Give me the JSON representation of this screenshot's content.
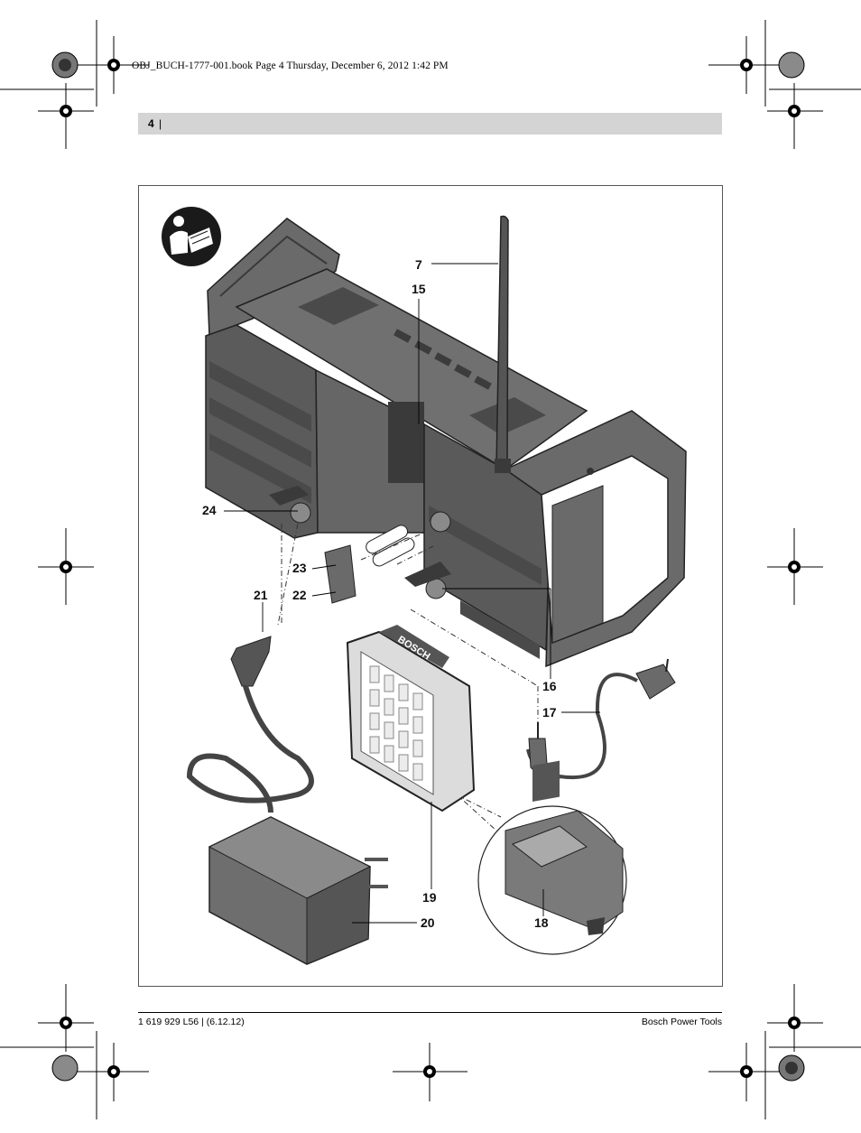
{
  "print_header": "OBJ_BUCH-1777-001.book  Page 4  Thursday, December 6, 2012  1:42 PM",
  "page": {
    "number": "4",
    "separator": "|"
  },
  "figure": {
    "callouts": [
      {
        "id": "7",
        "label": "7"
      },
      {
        "id": "15",
        "label": "15"
      },
      {
        "id": "24",
        "label": "24"
      },
      {
        "id": "23",
        "label": "23"
      },
      {
        "id": "21",
        "label": "21"
      },
      {
        "id": "22",
        "label": "22"
      },
      {
        "id": "16",
        "label": "16"
      },
      {
        "id": "17",
        "label": "17"
      },
      {
        "id": "19",
        "label": "19"
      },
      {
        "id": "20",
        "label": "20"
      },
      {
        "id": "18",
        "label": "18"
      }
    ],
    "speaker_brand": "BOSCH"
  },
  "footer": {
    "left": "1 619 929 L56 | (6.12.12)",
    "right": "Bosch Power Tools"
  },
  "colors": {
    "band": "#d4d4d4",
    "device": "#5a5a5a",
    "device_dark": "#3c3c3c",
    "device_light": "#8a8a8a"
  }
}
